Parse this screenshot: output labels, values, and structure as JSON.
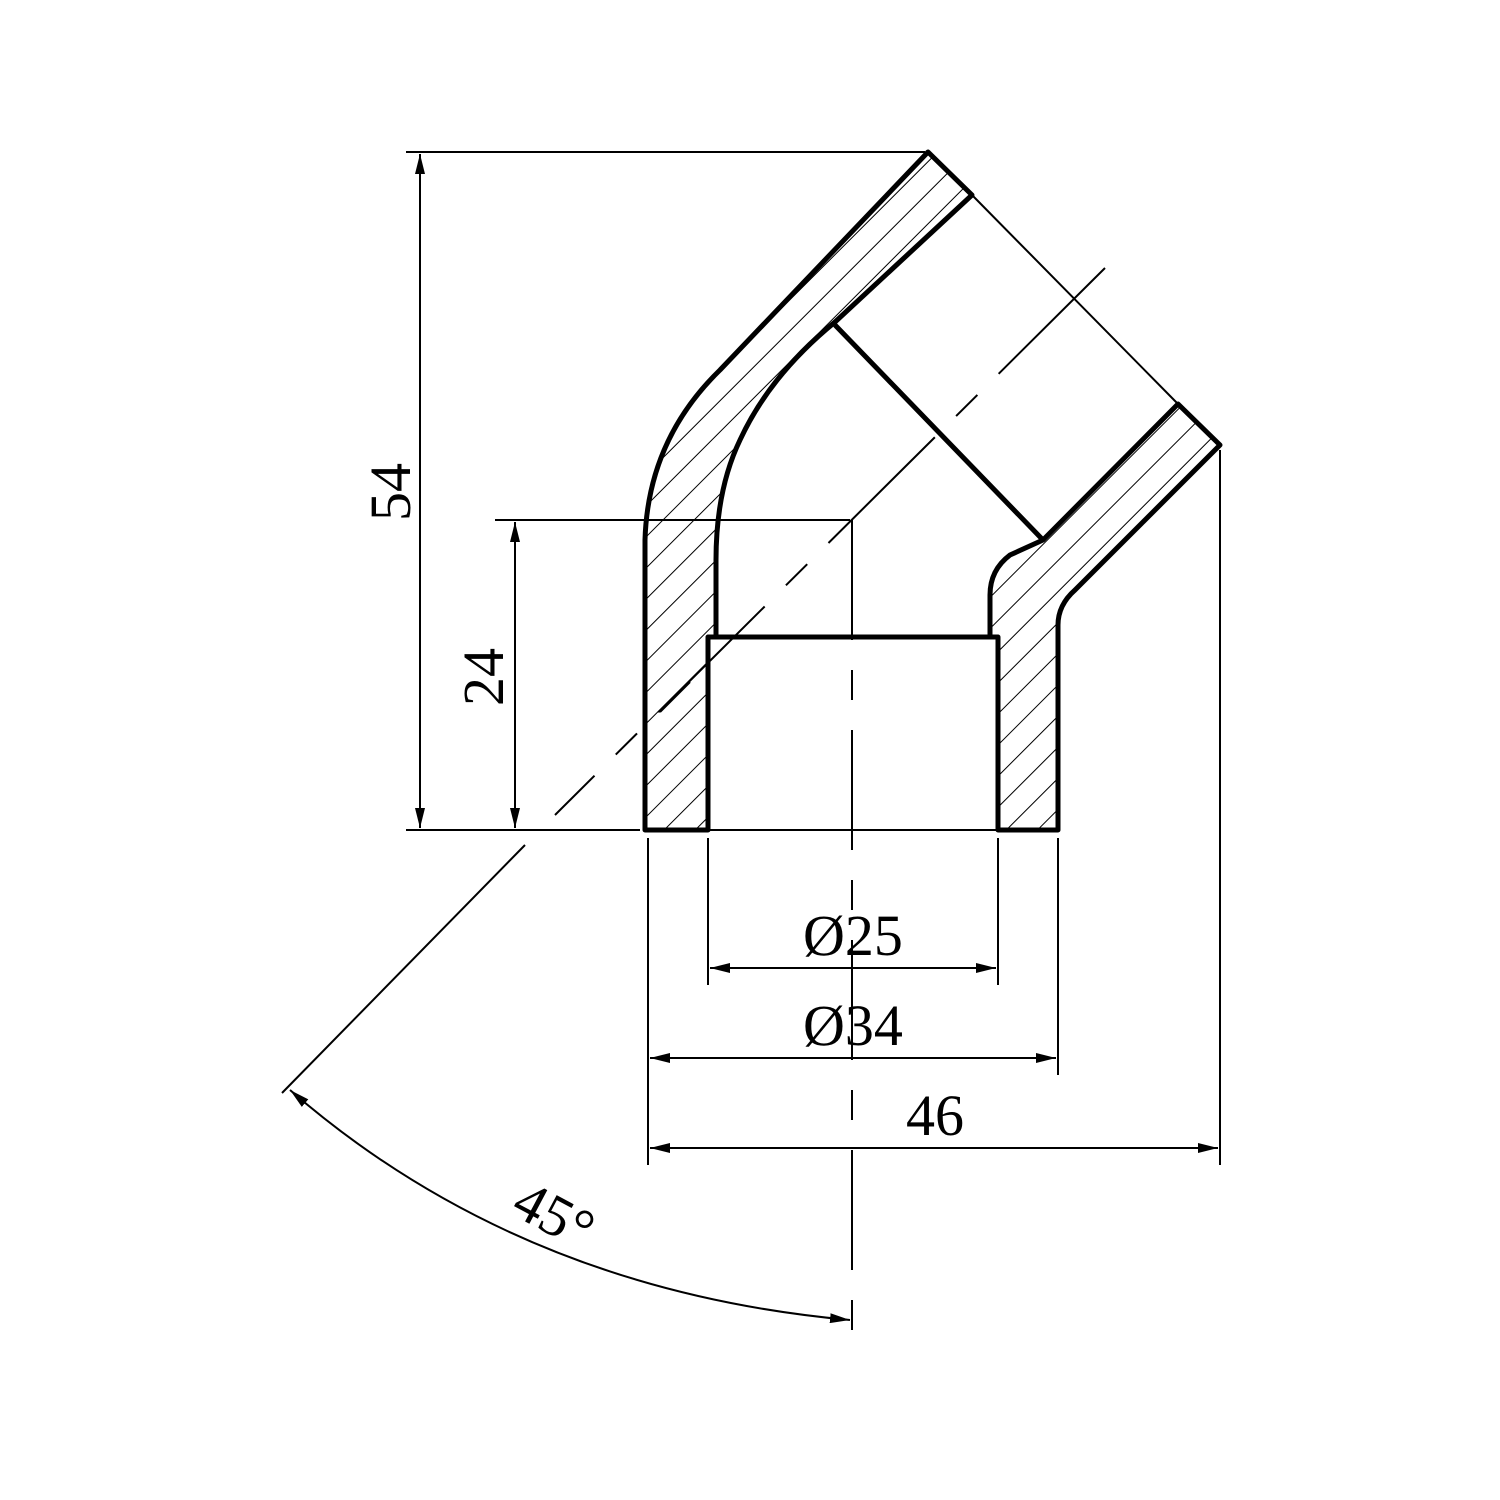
{
  "drawing": {
    "title": "45° elbow fitting cross-section",
    "dimensions": {
      "overall_height": "54",
      "socket_depth": "24",
      "inner_diameter": "Ø25",
      "outer_diameter": "Ø34",
      "overall_width": "46",
      "angle": "45°"
    },
    "colors": {
      "line": "#000000",
      "background": "#ffffff"
    }
  }
}
